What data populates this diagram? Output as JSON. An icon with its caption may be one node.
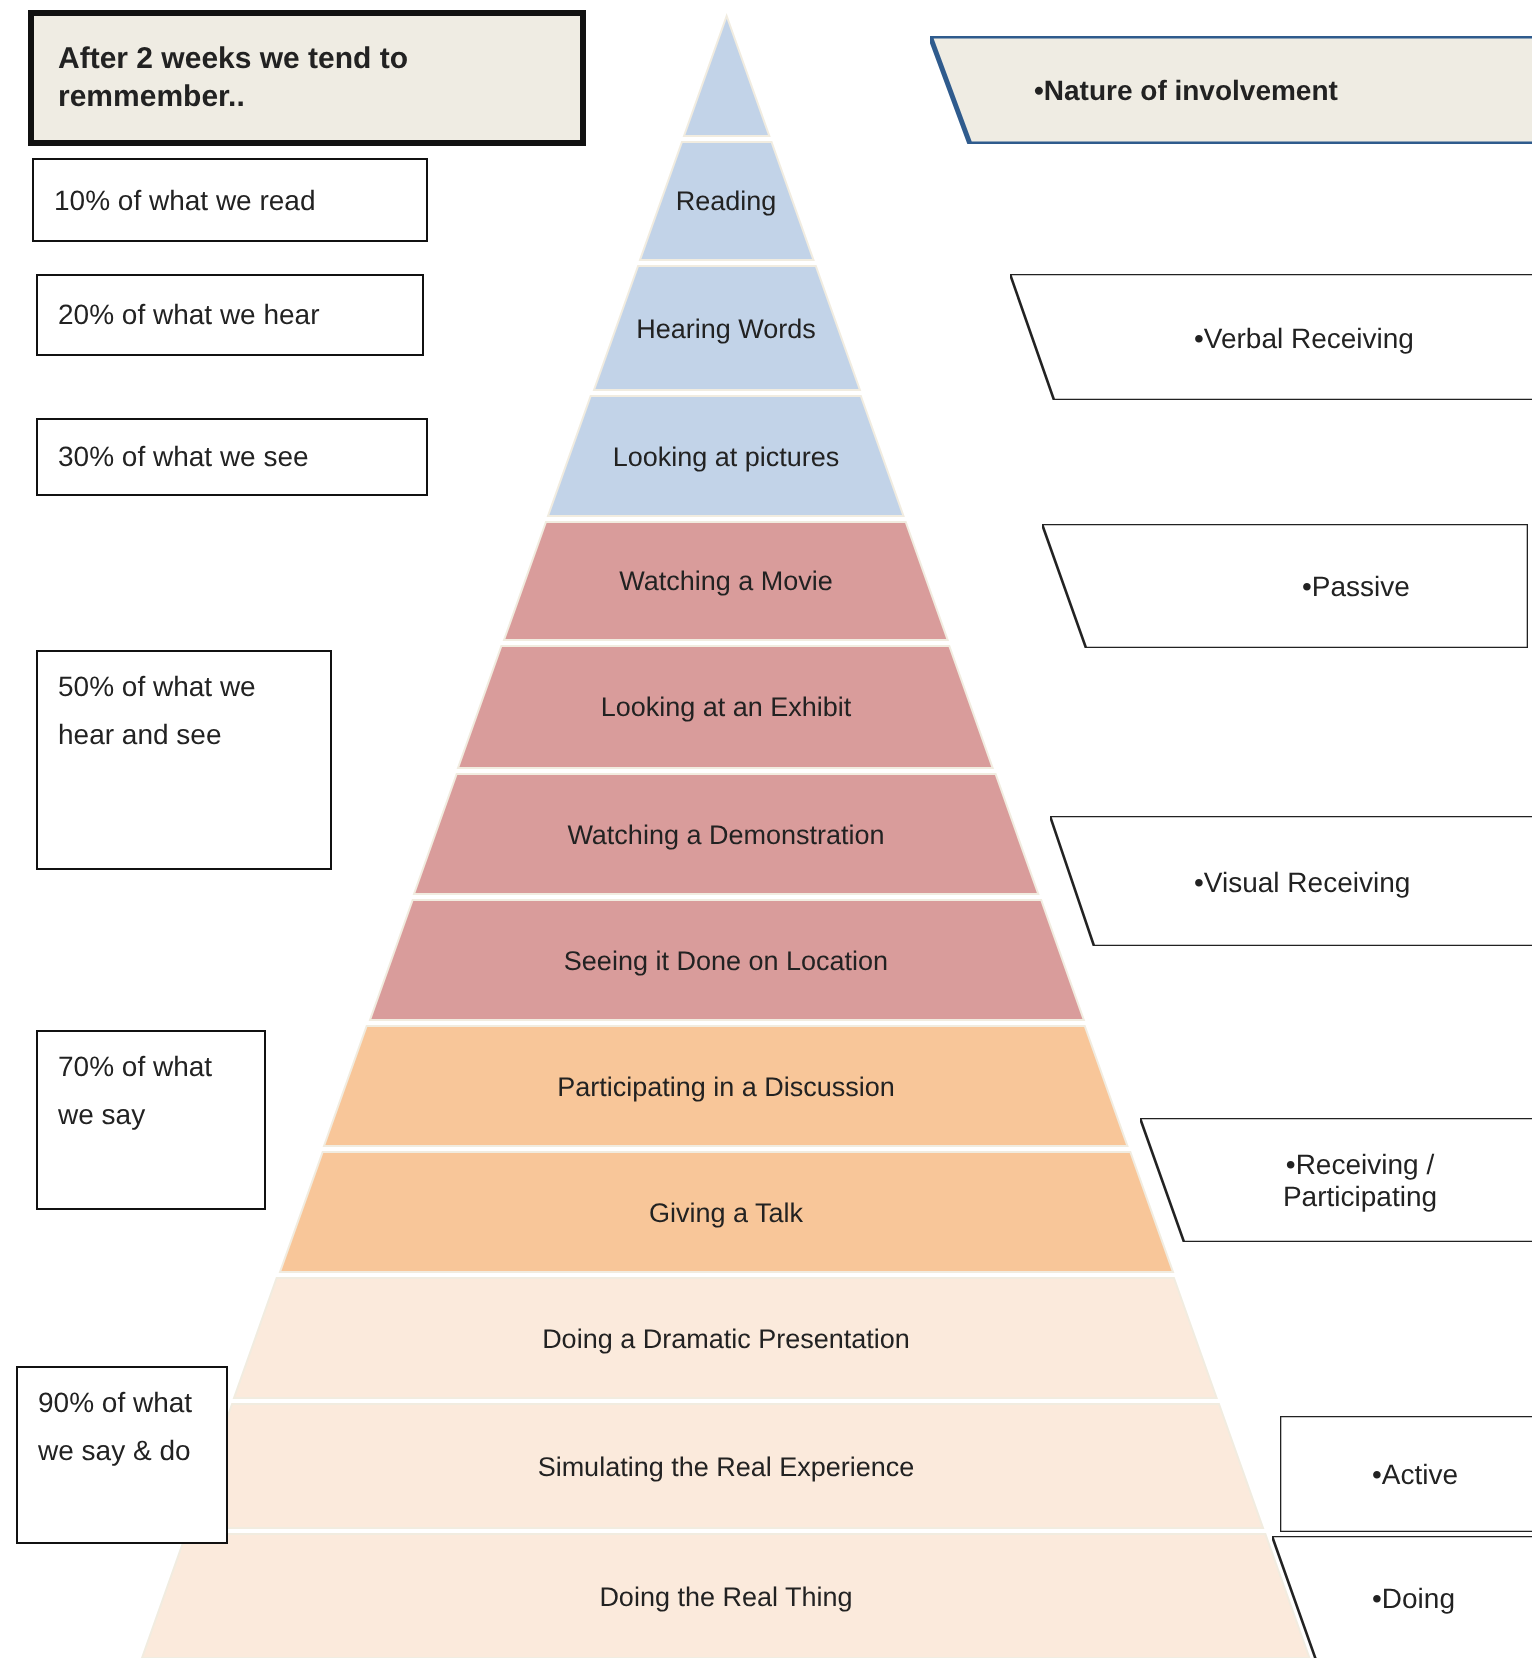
{
  "diagram": {
    "nodes": [
      {
        "text": [
          "After 2 weeks we tend  to remmember.."
        ]
      },
      {
        "text": [],
        "shape": "triangle"
      },
      {
        "text": [
          "Reading"
        ]
      },
      {
        "text": [
          "Hearing Words"
        ]
      },
      {
        "text": [
          "Looking at pictures"
        ]
      },
      {
        "text": [
          "Watching a Movie"
        ]
      },
      {
        "text": [
          "Looking at an Exhibit"
        ]
      },
      {
        "text": [
          "Watching a Demonstration"
        ]
      },
      {
        "text": [
          "Seeing it Done on Location"
        ]
      },
      {
        "text": [
          "Participating in a Discussion"
        ]
      },
      {
        "text": [
          "Giving a Talk"
        ]
      },
      {
        "text": [
          "Doing  a Dramatic Presentation"
        ]
      },
      {
        "text": [
          "Simulating the Real Experience"
        ]
      },
      {
        "text": [
          "Doing the Real Thing"
        ]
      },
      {
        "text": [
          "10% of what we read"
        ]
      },
      {
        "text": [
          "20% of what we hear"
        ]
      },
      {
        "text": [
          "30% of what we see"
        ]
      },
      {
        "text": [
          "50% of what we hear and see"
        ]
      },
      {
        "text": [
          "70% of what we say"
        ]
      },
      {
        "text": [
          "90% of what we say & do"
        ]
      },
      {
        "text": [
          "•Nature of involvement"
        ]
      },
      {
        "text": [
          "•Verbal Receiving"
        ]
      },
      {
        "text": [
          "•Passive"
        ]
      },
      {
        "text": [
          "•Visual Receiving"
        ]
      },
      {
        "text": [
          "•Receiving / Participating"
        ]
      },
      {
        "text": [
          "•Active"
        ]
      },
      {
        "text": [
          "•Doing"
        ]
      }
    ]
  }
}
